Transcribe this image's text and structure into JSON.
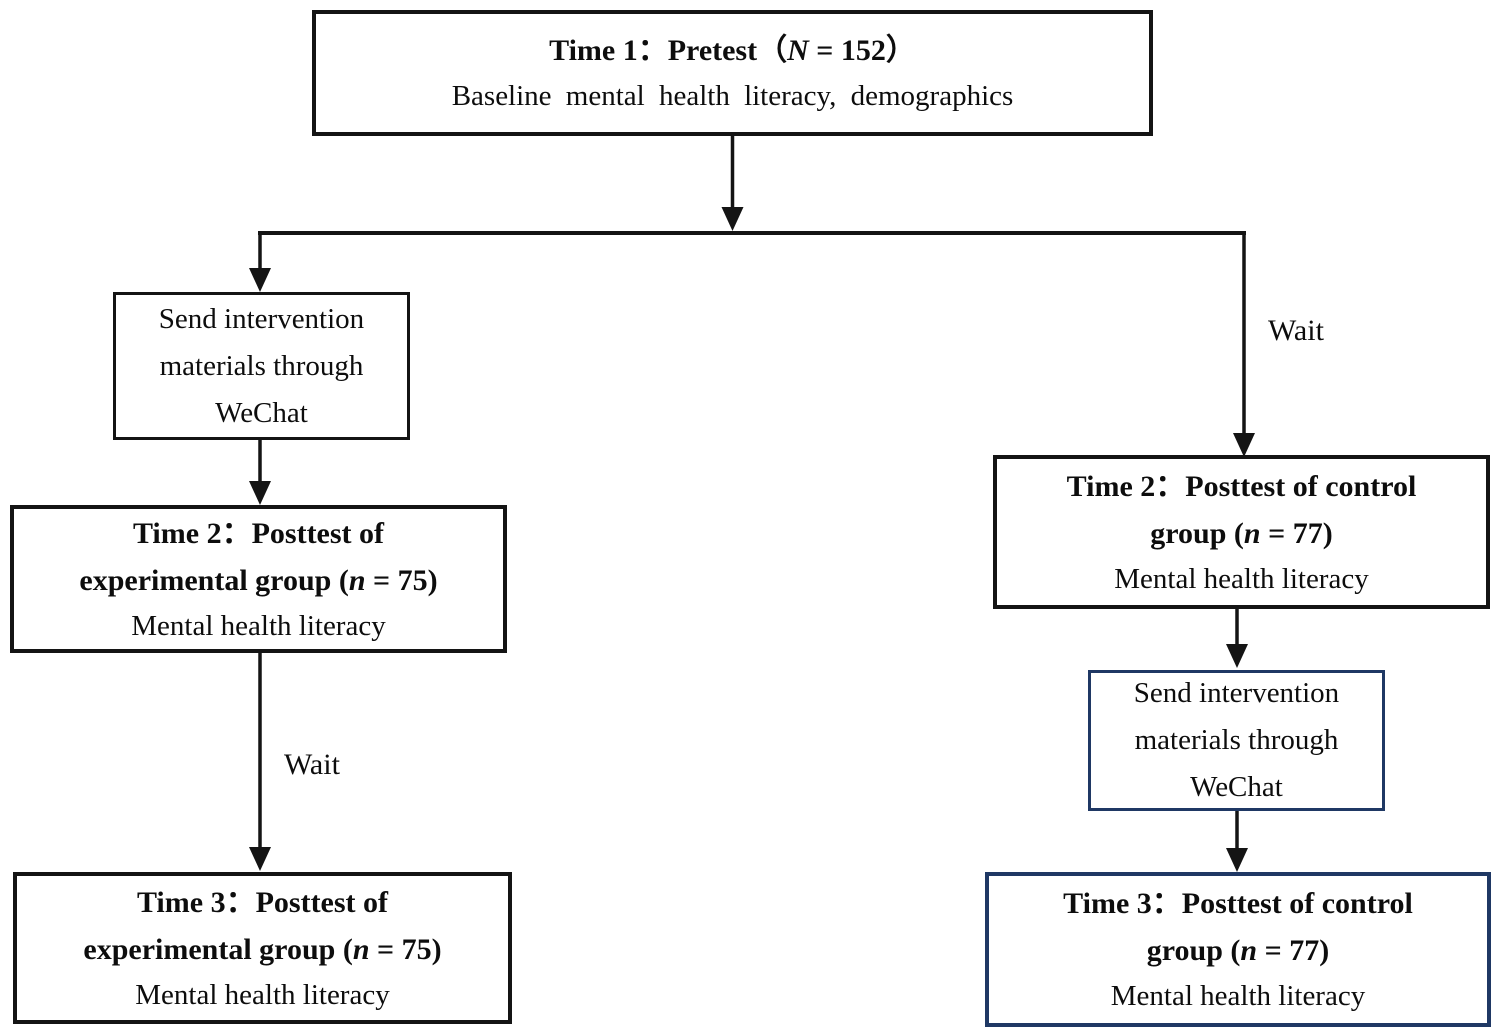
{
  "time1": {
    "title_pre": "Time 1：Pretest（",
    "title_n": "N",
    "title_post": " = 152）",
    "subtitle": "Baseline mental health literacy, demographics"
  },
  "left": {
    "send": {
      "lines": [
        "Send intervention",
        "materials through",
        "WeChat"
      ]
    },
    "time2": {
      "line1": "Time 2：Posttest of",
      "line2_pre": "experimental group (",
      "line2_n": "n",
      "line2_post": " = 75)",
      "line3": "Mental health literacy"
    },
    "wait": "Wait",
    "time3": {
      "line1": "Time 3：Posttest of",
      "line2_pre": "experimental group (",
      "line2_n": "n",
      "line2_post": " = 75)",
      "line3": "Mental health literacy"
    }
  },
  "right": {
    "wait": "Wait",
    "time2": {
      "line1": "Time 2：Posttest of control",
      "line2_pre": "group (",
      "line2_n": "n",
      "line2_post": " = 77)",
      "line3": "Mental health literacy"
    },
    "send": {
      "lines": [
        "Send intervention",
        "materials through",
        "WeChat"
      ]
    },
    "time3": {
      "line1": "Time 3：Posttest of control",
      "line2_pre": "group (",
      "line2_n": "n",
      "line2_post": " = 77)",
      "line3": "Mental health literacy"
    }
  },
  "colors": {
    "border_black": "#141414",
    "border_navy": "#1f3864",
    "line": "#141414",
    "text": "#0d0d0d",
    "background": "#ffffff"
  }
}
